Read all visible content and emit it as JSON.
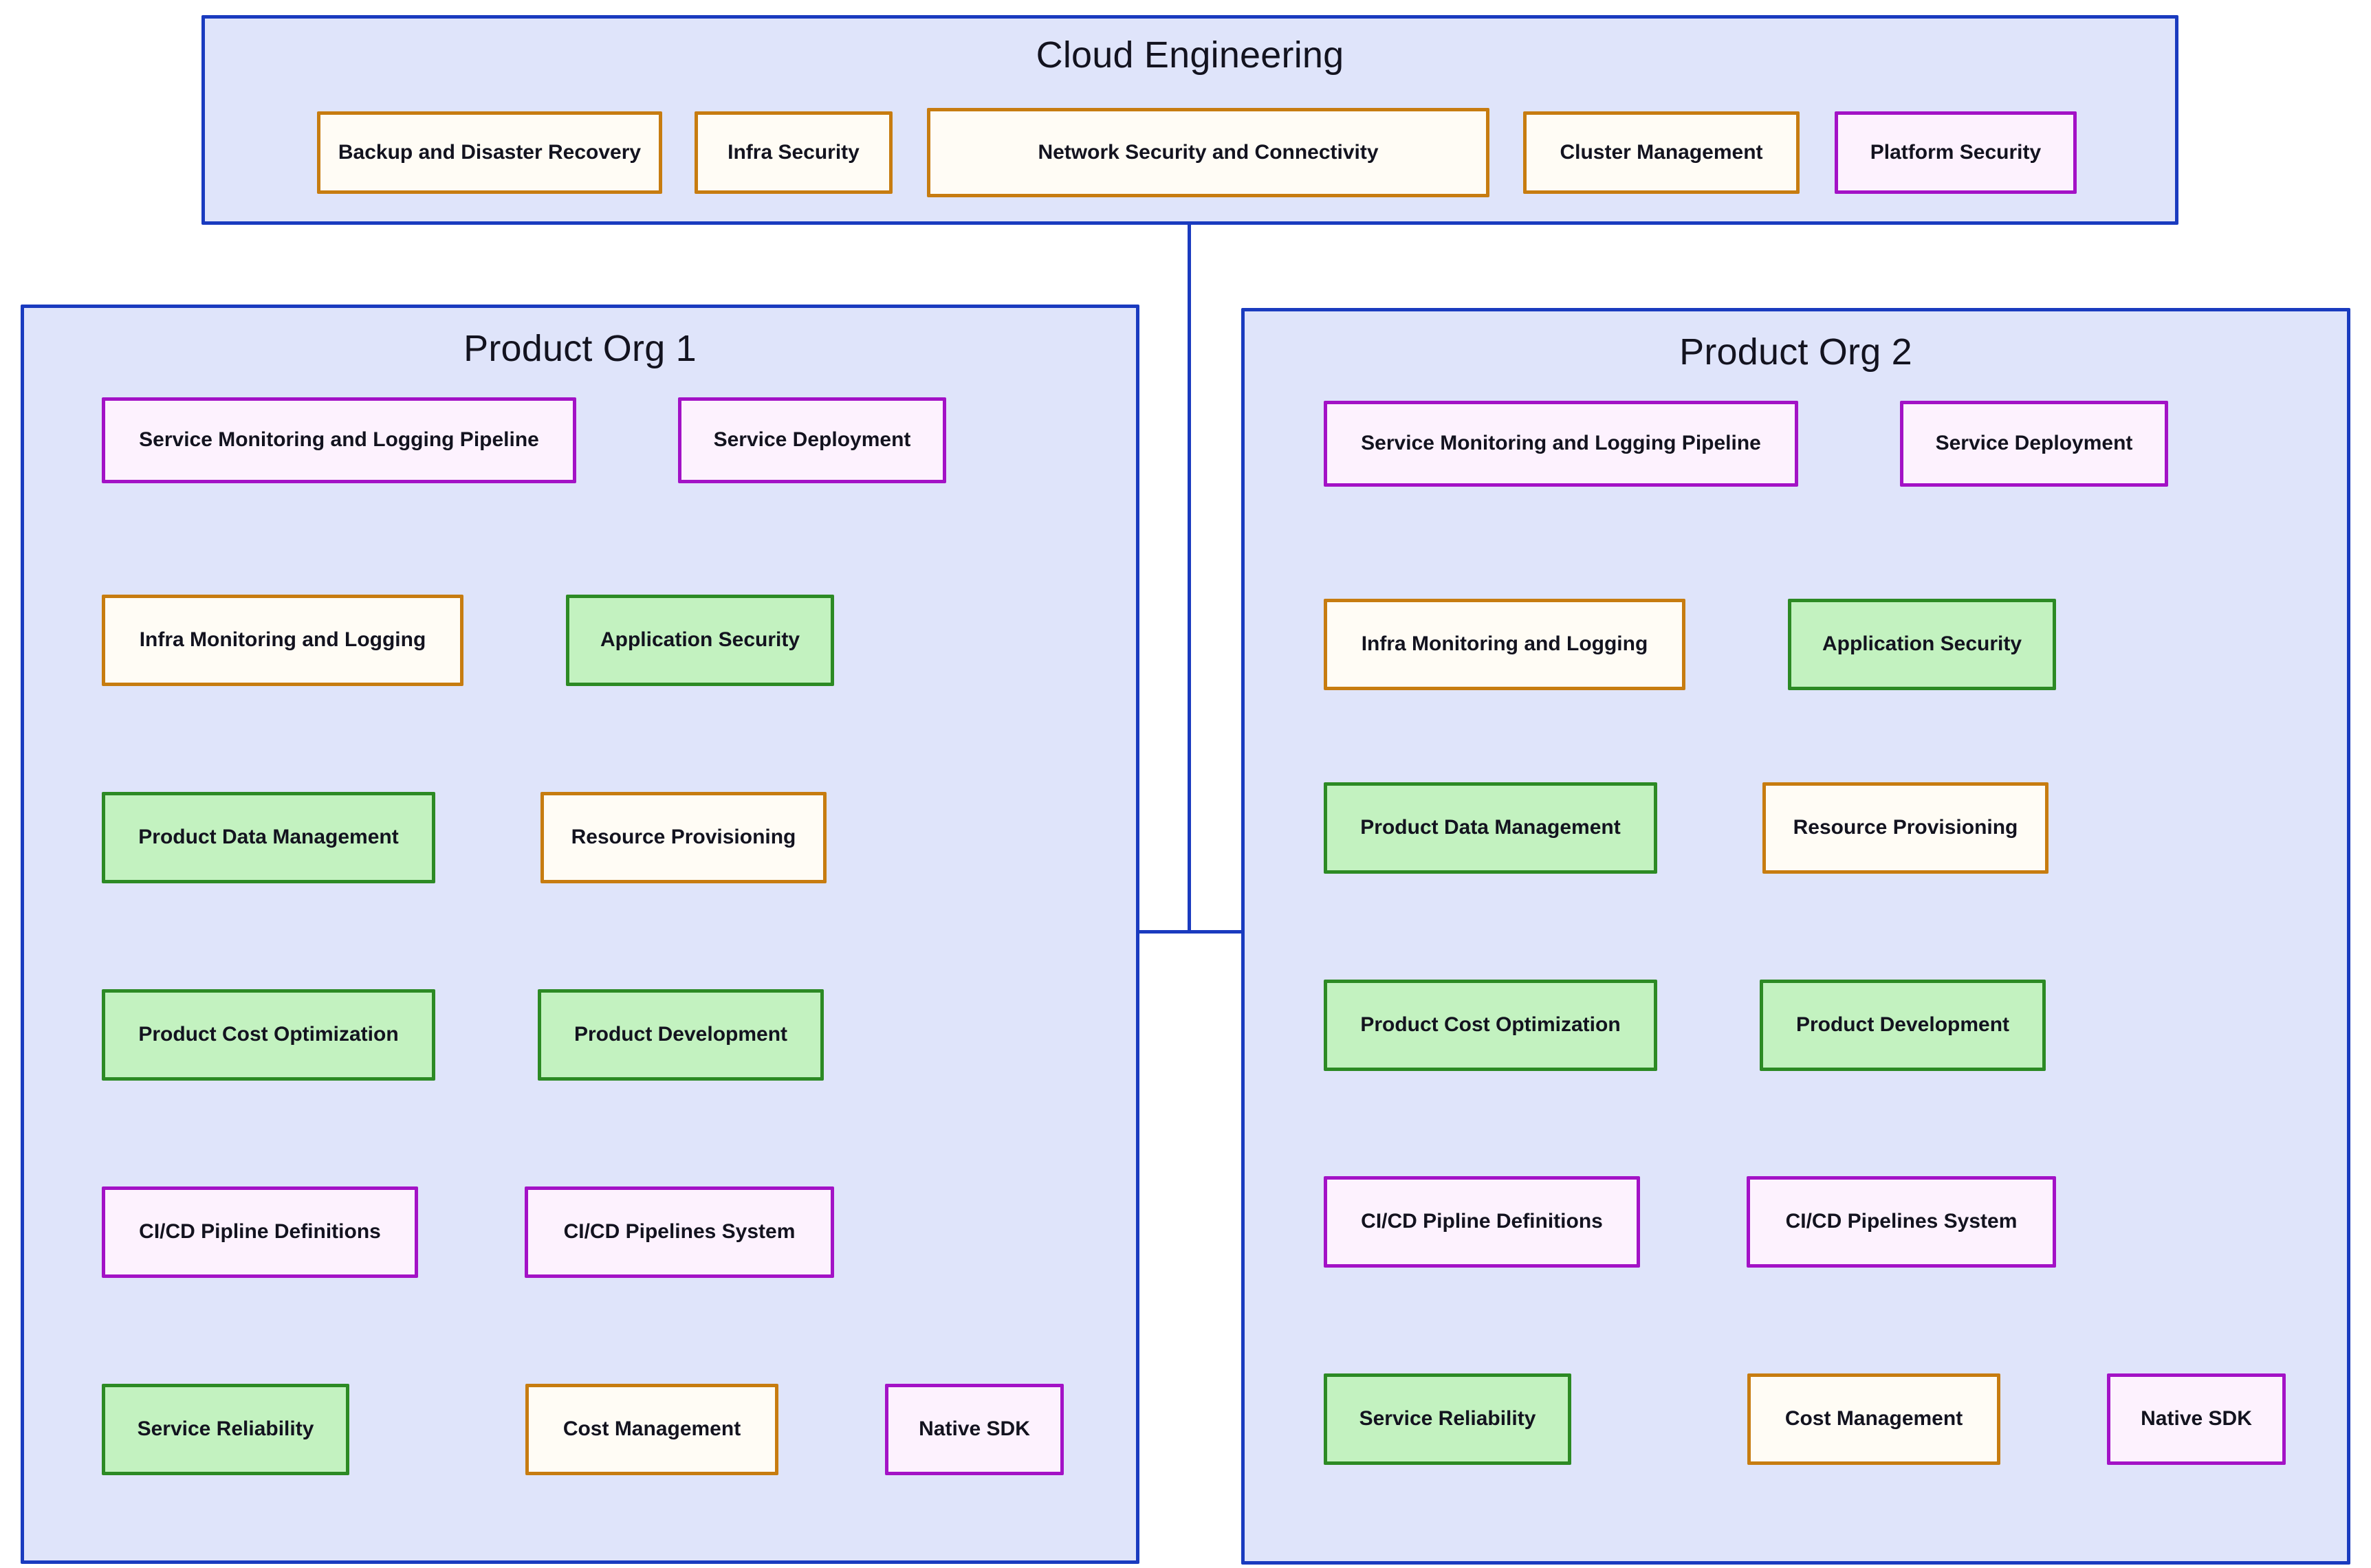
{
  "diagram": {
    "type": "org-hierarchy",
    "colors": {
      "panel_fill": "#DFE4FA",
      "panel_border": "#1A3BBF",
      "edge": "#1A3BBF",
      "cream_fill": "#FFFCF5",
      "cream_border": "#C77C10",
      "green_fill": "#C3F2C0",
      "green_border": "#2C8A24",
      "purple_fill": "#FDF2FE",
      "purple_border": "#A312C6",
      "text": "#13131F"
    }
  },
  "cloud_engineering": {
    "title": "Cloud Engineering",
    "nodes": [
      {
        "label": "Backup and Disaster Recovery",
        "color": "cream"
      },
      {
        "label": "Infra Security",
        "color": "cream"
      },
      {
        "label": "Network Security and Connectivity",
        "color": "cream"
      },
      {
        "label": "Cluster Management",
        "color": "cream"
      },
      {
        "label": "Platform Security",
        "color": "purple"
      }
    ]
  },
  "product_org_1": {
    "title": "Product Org 1",
    "nodes": [
      {
        "label": "Service Monitoring and Logging Pipeline",
        "color": "purple"
      },
      {
        "label": "Service Deployment",
        "color": "purple"
      },
      {
        "label": "Infra Monitoring and Logging",
        "color": "cream"
      },
      {
        "label": "Application Security",
        "color": "green"
      },
      {
        "label": "Product Data Management",
        "color": "green"
      },
      {
        "label": "Resource Provisioning",
        "color": "cream"
      },
      {
        "label": "Product Cost Optimization",
        "color": "green"
      },
      {
        "label": "Product Development",
        "color": "green"
      },
      {
        "label": "CI/CD Pipline Definitions",
        "color": "purple"
      },
      {
        "label": "CI/CD Pipelines System",
        "color": "purple"
      },
      {
        "label": "Service Reliability",
        "color": "green"
      },
      {
        "label": "Cost Management",
        "color": "cream"
      },
      {
        "label": "Native SDK",
        "color": "purple"
      }
    ]
  },
  "product_org_2": {
    "title": "Product Org 2",
    "nodes": [
      {
        "label": "Service Monitoring and Logging Pipeline",
        "color": "purple"
      },
      {
        "label": "Service Deployment",
        "color": "purple"
      },
      {
        "label": "Infra Monitoring and Logging",
        "color": "cream"
      },
      {
        "label": "Application Security",
        "color": "green"
      },
      {
        "label": "Product Data Management",
        "color": "green"
      },
      {
        "label": "Resource Provisioning",
        "color": "cream"
      },
      {
        "label": "Product Cost Optimization",
        "color": "green"
      },
      {
        "label": "Product Development",
        "color": "green"
      },
      {
        "label": "CI/CD Pipline Definitions",
        "color": "purple"
      },
      {
        "label": "CI/CD Pipelines System",
        "color": "purple"
      },
      {
        "label": "Service Reliability",
        "color": "green"
      },
      {
        "label": "Cost Management",
        "color": "cream"
      },
      {
        "label": "Native SDK",
        "color": "purple"
      }
    ]
  }
}
